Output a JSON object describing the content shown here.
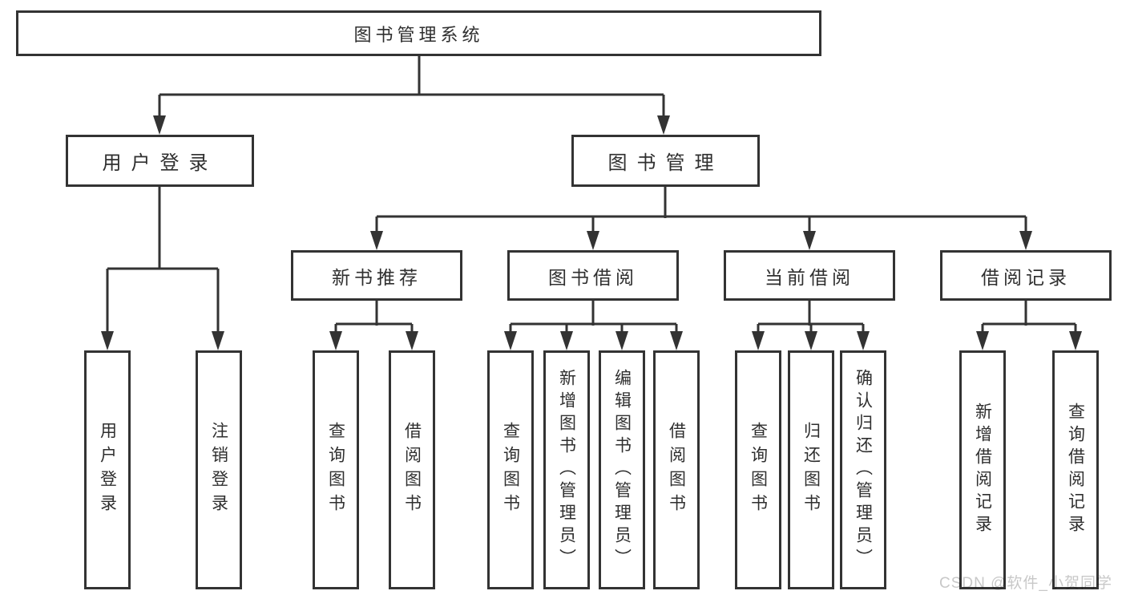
{
  "diagram": {
    "type": "tree",
    "title": "图书管理系统",
    "root": {
      "label": "图书管理系统"
    },
    "level1": [
      {
        "label": "用户登录"
      },
      {
        "label": "图书管理"
      }
    ],
    "level2": [
      {
        "label": "新书推荐",
        "parent": "图书管理"
      },
      {
        "label": "图书借阅",
        "parent": "图书管理"
      },
      {
        "label": "当前借阅",
        "parent": "图书管理"
      },
      {
        "label": "借阅记录",
        "parent": "图书管理"
      }
    ],
    "leaves": {
      "user_login": [
        {
          "label": "用户登录"
        },
        {
          "label": "注销登录"
        }
      ],
      "new_book": [
        {
          "label": "查询图书"
        },
        {
          "label": "借阅图书"
        }
      ],
      "book_borrow": [
        {
          "label": "查询图书"
        },
        {
          "label": "新增图书（管理员）"
        },
        {
          "label": "编辑图书（管理员）"
        },
        {
          "label": "借阅图书"
        }
      ],
      "current_borrow": [
        {
          "label": "查询图书"
        },
        {
          "label": "归还图书"
        },
        {
          "label": "确认归还（管理员）"
        }
      ],
      "borrow_record": [
        {
          "label": "新增借阅记录"
        },
        {
          "label": "查询借阅记录"
        }
      ]
    }
  },
  "colors": {
    "line": "#333333",
    "text": "#2f2f2f",
    "box_background": "#ffffff",
    "watermark": "#c8c8c8"
  },
  "watermark": {
    "text": "CSDN @软件_小贺同学"
  }
}
